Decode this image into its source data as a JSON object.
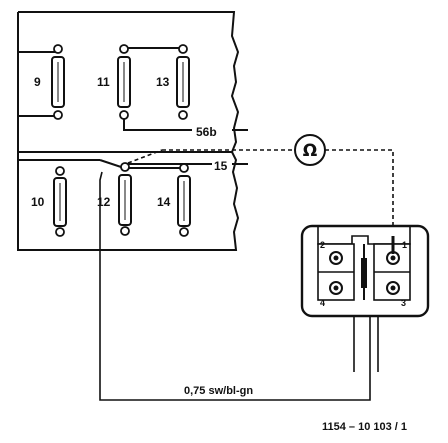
{
  "fuse_labels": {
    "f9": "9",
    "f11": "11",
    "f13": "13",
    "f10": "10",
    "f12": "12",
    "f14": "14"
  },
  "terminal_labels": {
    "t56b": "56b",
    "t15": "15"
  },
  "ohmmeter_symbol": "Ω",
  "connector_pins": {
    "p1": "1",
    "p2": "2",
    "p3": "3",
    "p4": "4"
  },
  "wire_label": "0,75 sw/bl-gn",
  "figure_code": "1154 – 10 103 / 1"
}
